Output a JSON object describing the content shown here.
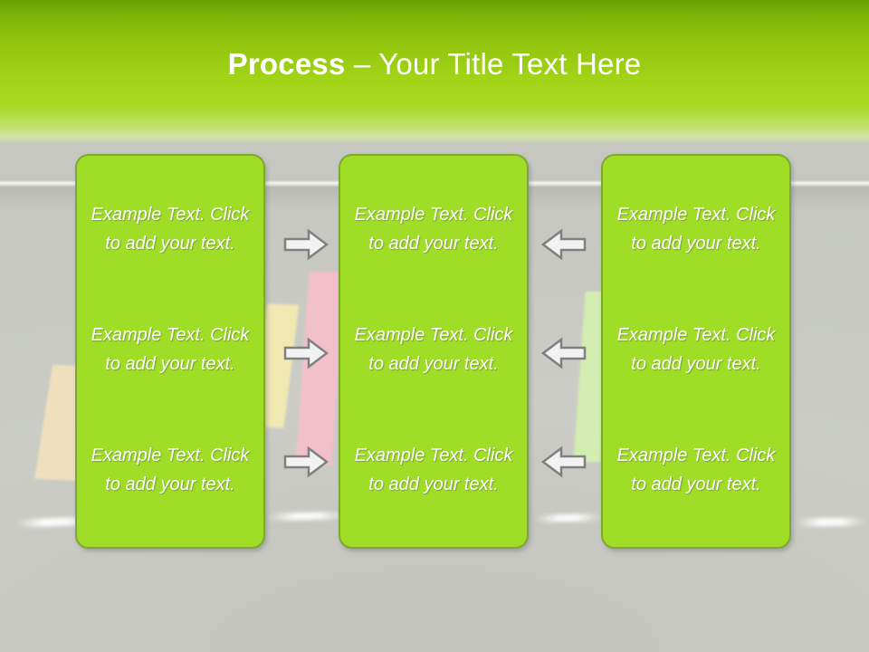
{
  "slide": {
    "title_bold": "Process",
    "title_rest": " – Your Title Text Here",
    "colors": {
      "header_top": "#67a006",
      "header_bright": "#a2d417",
      "box_fill": "#9fdd26",
      "box_border": "#7fa832",
      "background": "#c9cac4",
      "arrow_fill": "#f2f2f2",
      "arrow_stroke": "#808080",
      "text": "#ffffff"
    }
  },
  "columns": [
    {
      "name": "column-1",
      "cells": [
        "Example Text. Click  to add your text.",
        "Example Text. Click  to add your text.",
        "Example Text. Click  to add your text."
      ]
    },
    {
      "name": "column-2",
      "cells": [
        "Example Text. Click  to add your text.",
        "Example Text. Click  to add your text.",
        "Example Text. Click  to add your text."
      ]
    },
    {
      "name": "column-3",
      "cells": [
        "Example Text. Click  to add your text.",
        "Example Text. Click  to add your text.",
        "Example Text. Click  to add your text."
      ]
    }
  ],
  "connectors": [
    {
      "name": "arrow-right-row-1",
      "direction": "right",
      "icon": "arrow-right-icon"
    },
    {
      "name": "arrow-right-row-2",
      "direction": "right",
      "icon": "arrow-right-icon"
    },
    {
      "name": "arrow-right-row-3",
      "direction": "right",
      "icon": "arrow-right-icon"
    },
    {
      "name": "arrow-left-row-1",
      "direction": "left",
      "icon": "arrow-left-icon"
    },
    {
      "name": "arrow-left-row-2",
      "direction": "left",
      "icon": "arrow-left-icon"
    },
    {
      "name": "arrow-left-row-3",
      "direction": "left",
      "icon": "arrow-left-icon"
    }
  ]
}
